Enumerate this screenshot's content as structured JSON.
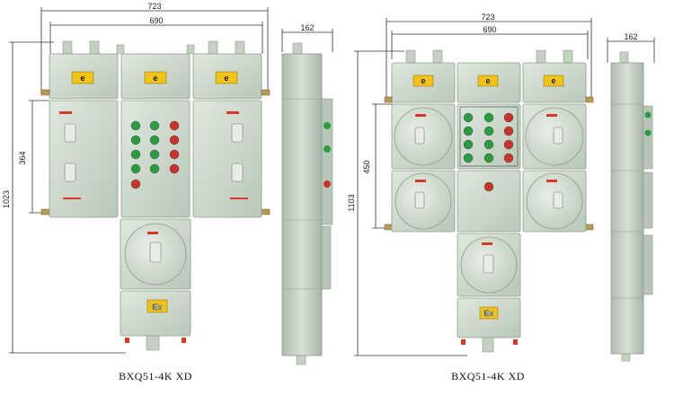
{
  "left_figure": {
    "dim_top_outer": "723",
    "dim_top_inner": "690",
    "dim_side_width": "162",
    "dim_height_total": "1023",
    "dim_height_upper": "364",
    "nameplate_label": "e",
    "ex_label": "Ex",
    "caption": "BXQ51-4K XD"
  },
  "right_figure": {
    "dim_top_outer": "723",
    "dim_top_inner": "690",
    "dim_side_width": "162",
    "dim_height_total": "1103",
    "dim_height_upper": "450",
    "nameplate_label": "e",
    "ex_label": "Ex",
    "caption": "BXQ51-4K XD"
  },
  "colors": {
    "cabinet": "#c9d6c8",
    "cabinet_edge": "#8e9d8e",
    "nameplate": "#f2c21a",
    "lamp_green": "#2f9a44",
    "lamp_red": "#c8332c",
    "warning_red": "#d83a2a"
  }
}
